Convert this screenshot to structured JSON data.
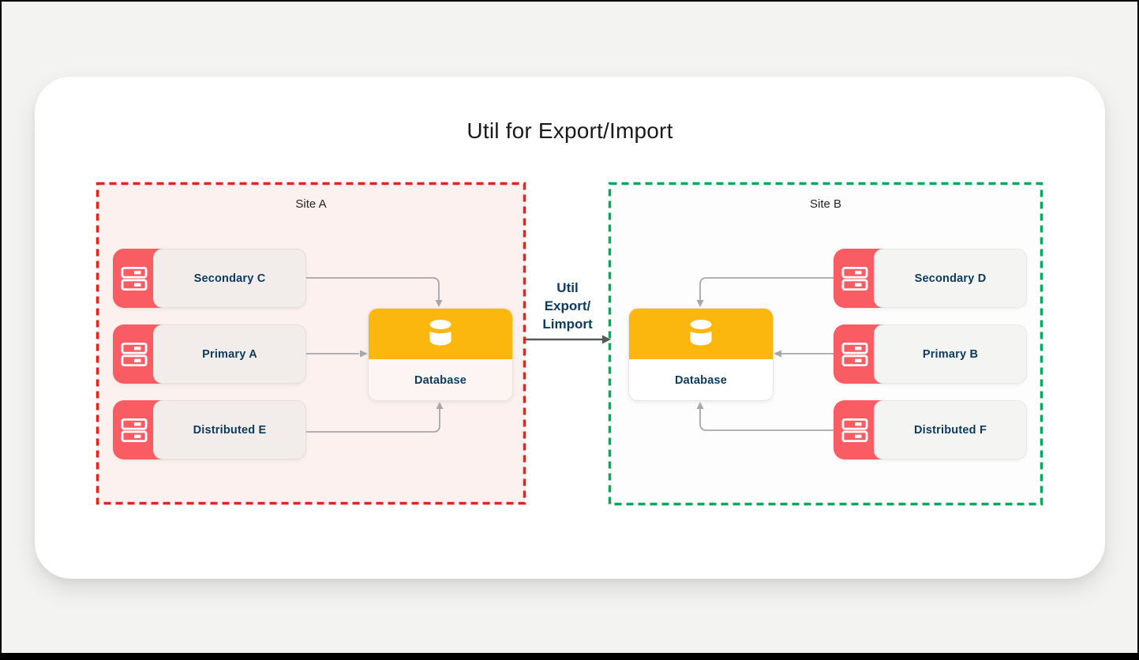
{
  "title": "Util for Export/Import",
  "sites": {
    "a": {
      "label": "Site A",
      "servers": [
        "Secondary C",
        "Primary A",
        "Distributed E"
      ],
      "database": "Database"
    },
    "b": {
      "label": "Site B",
      "servers": [
        "Secondary D",
        "Primary B",
        "Distributed F"
      ],
      "database": "Database"
    }
  },
  "connector": {
    "line1": "Util",
    "line2": "Export/",
    "line3": "Limport"
  },
  "colors": {
    "site_a_border": "#E8231D",
    "site_a_background": "#FCF1EF",
    "site_b_border": "#09A85E",
    "site_b_background": "#FDFDFD",
    "server_accent_red": "#F95D63",
    "database_yellow": "#FBB70E",
    "label_navy": "#0D3A5E",
    "arrow_gray": "#A8A6AB",
    "arrow_dark": "#56585A"
  }
}
